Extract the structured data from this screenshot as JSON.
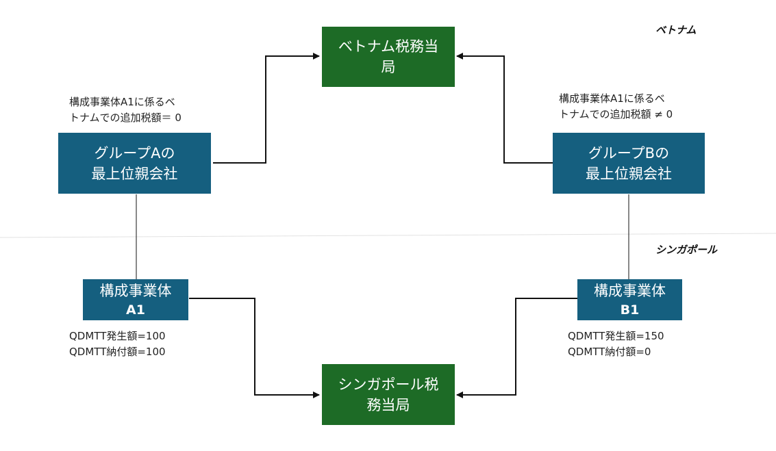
{
  "regions": {
    "vietnam": "ベトナム",
    "singapore": "シンガポール"
  },
  "authorities": {
    "vietnam": [
      "ベトナム税務当",
      "局"
    ],
    "singapore": [
      "シンガポール税",
      "務当局"
    ]
  },
  "parents": {
    "a": [
      "グループAの",
      "最上位親会社"
    ],
    "b": [
      "グループBの",
      "最上位親会社"
    ]
  },
  "entities": {
    "a1": {
      "title": "構成事業体",
      "id": "A1"
    },
    "b1": {
      "title": "構成事業体",
      "id": "B1"
    }
  },
  "notes": {
    "vn_tax_a": [
      "構成事業体A1に係るベ",
      "トナムでの追加税額＝ 0"
    ],
    "vn_tax_b": [
      "構成事業体A1に係るベ",
      "トナムでの追加税額 ≠ 0"
    ],
    "qdmtt_a1": [
      "QDMTT発生額=100",
      "QDMTT納付額=100"
    ],
    "qdmtt_b1": [
      "QDMTT発生額=150",
      "QDMTT納付額=0"
    ]
  }
}
